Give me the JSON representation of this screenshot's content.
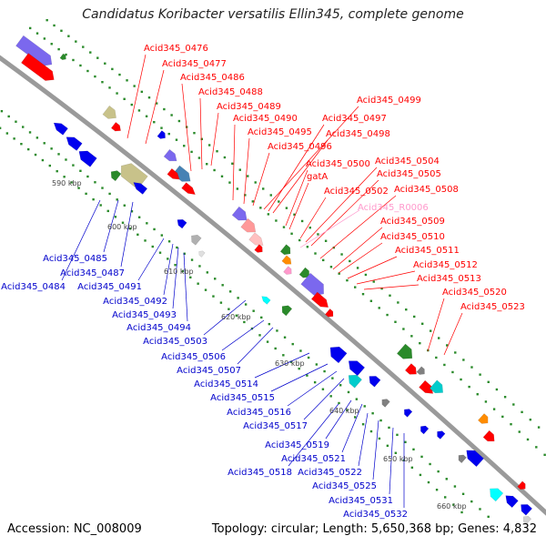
{
  "title": "Candidatus Koribacter versatilis Ellin345, complete genome",
  "accession": "Accession: NC_008009",
  "footer": "Topology: circular; Length: 5,650,368 bp; Genes: 4,832",
  "colors": {
    "backbone": "#9a9a9a",
    "forward_label": "#ff0000",
    "reverse_label": "#0000cc",
    "rna_label": "#ff99cc",
    "tick_dots": "#2a8a2a",
    "kbp_text": "#444444"
  },
  "kbp_ticks": [
    "590 kbp",
    "600 kbp",
    "610 kbp",
    "620 kbp",
    "630 kbp",
    "640 kbp",
    "650 kbp",
    "660 kbp"
  ],
  "forward_labels": [
    "Acid345_0476",
    "Acid345_0477",
    "Acid345_0486",
    "Acid345_0488",
    "Acid345_0489",
    "Acid345_0490",
    "Acid345_0495",
    "Acid345_0496",
    "Acid345_0499",
    "Acid345_0497",
    "Acid345_0498",
    "Acid345_0500",
    "gatA",
    "Acid345_0502",
    "Acid345_0504",
    "Acid345_0505",
    "Acid345_0508",
    "Acid345_0509",
    "Acid345_0510",
    "Acid345_0511",
    "Acid345_0512",
    "Acid345_0513",
    "Acid345_0520",
    "Acid345_0523"
  ],
  "rna_labels": [
    "Acid345_R0006"
  ],
  "reverse_labels": [
    "Acid345_0485",
    "Acid345_0487",
    "Acid345_0484",
    "Acid345_0491",
    "Acid345_0492",
    "Acid345_0493",
    "Acid345_0494",
    "Acid345_0503",
    "Acid345_0506",
    "Acid345_0507",
    "Acid345_0514",
    "Acid345_0515",
    "Acid345_0516",
    "Acid345_0517",
    "Acid345_0519",
    "Acid345_0521",
    "Acid345_0518",
    "Acid345_0522",
    "Acid345_0525",
    "Acid345_0531",
    "Acid345_0532"
  ]
}
